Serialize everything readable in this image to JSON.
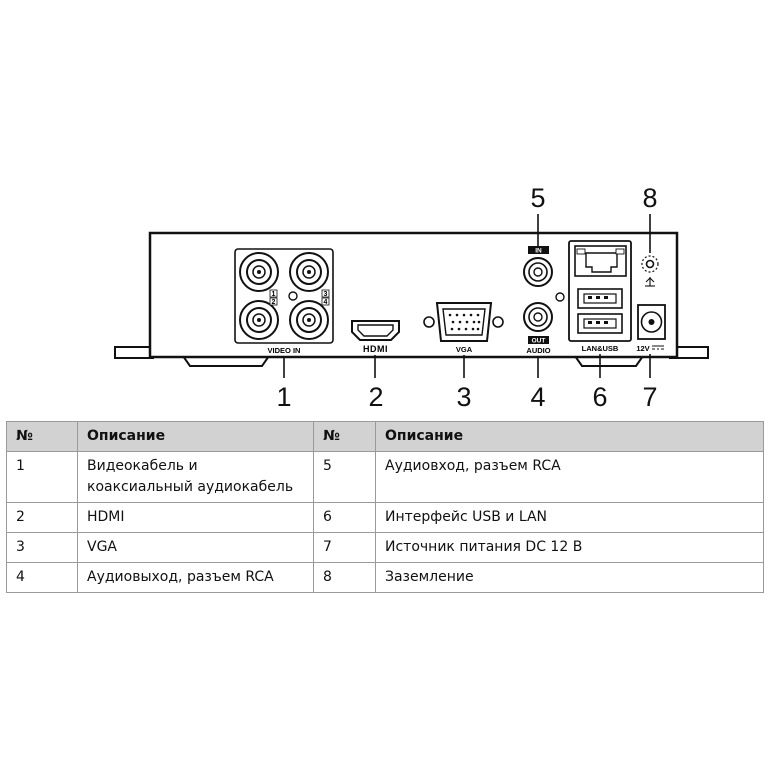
{
  "diagram": {
    "callouts": [
      "1",
      "2",
      "3",
      "4",
      "5",
      "6",
      "7",
      "8"
    ],
    "labels": {
      "video_in": "VIDEO IN",
      "hdmi": "HDMI",
      "vga": "VGA",
      "audio_in": "IN",
      "audio_out": "OUT",
      "audio": "AUDIO",
      "lan_usb": "LAN&USB",
      "power": "12V",
      "ch1": "1",
      "ch2": "2",
      "ch3": "3",
      "ch4": "4"
    }
  },
  "table": {
    "headers": [
      "№",
      "Описание",
      "№",
      "Описание"
    ],
    "rows": [
      [
        "1",
        "Видеокабель и коаксиальный аудиокабель",
        "5",
        "Аудиовход, разъем RCA"
      ],
      [
        "2",
        "HDMI",
        "6",
        "Интерфейс USB и LAN"
      ],
      [
        "3",
        "VGA",
        "7",
        "Источник питания DC 12 В"
      ],
      [
        "4",
        "Аудиовыход, разъем RCA",
        "8",
        "Заземление"
      ]
    ]
  }
}
